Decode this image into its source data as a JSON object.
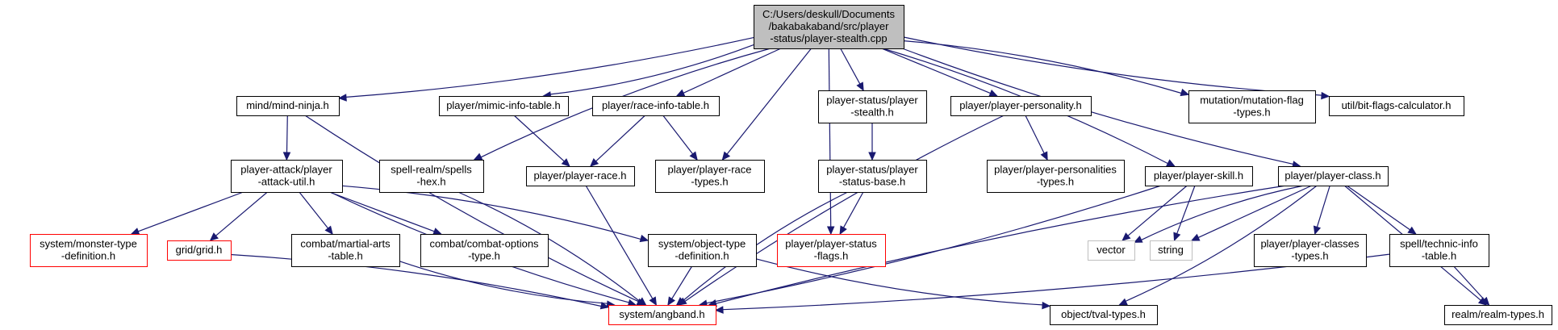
{
  "colors": {
    "edge": "#191970",
    "root_fill": "#bfbfbf",
    "node_border": "#000000",
    "missing_border": "#ff0000",
    "system_border": "#bfbfbf",
    "text": "#000000"
  },
  "nodes": [
    {
      "id": "root",
      "lines": [
        "C:/Users/deskull/Documents",
        "/bakabakaband/src/player",
        "-status/player-stealth.cpp"
      ],
      "style": "root"
    },
    {
      "id": "mind_ninja",
      "lines": [
        "mind/mind-ninja.h"
      ],
      "style": "normal"
    },
    {
      "id": "spell_hex",
      "lines": [
        "spell-realm/spells",
        "-hex.h"
      ],
      "style": "normal"
    },
    {
      "id": "mimic",
      "lines": [
        "player/mimic-info-table.h"
      ],
      "style": "normal"
    },
    {
      "id": "race_info",
      "lines": [
        "player/race-info-table.h"
      ],
      "style": "normal"
    },
    {
      "id": "ps_stealth_h",
      "lines": [
        "player-status/player",
        "-stealth.h"
      ],
      "style": "normal"
    },
    {
      "id": "personality",
      "lines": [
        "player/player-personality.h"
      ],
      "style": "normal"
    },
    {
      "id": "mutation",
      "lines": [
        "mutation/mutation-flag",
        "-types.h"
      ],
      "style": "normal"
    },
    {
      "id": "bitflags",
      "lines": [
        "util/bit-flags-calculator.h"
      ],
      "style": "normal"
    },
    {
      "id": "attack_util",
      "lines": [
        "player-attack/player",
        "-attack-util.h"
      ],
      "style": "normal"
    },
    {
      "id": "player_race",
      "lines": [
        "player/player-race.h"
      ],
      "style": "normal"
    },
    {
      "id": "race_types",
      "lines": [
        "player/player-race",
        "-types.h"
      ],
      "style": "normal"
    },
    {
      "id": "status_base",
      "lines": [
        "player-status/player",
        "-status-base.h"
      ],
      "style": "normal"
    },
    {
      "id": "personalities_types",
      "lines": [
        "player/player-personalities",
        "-types.h"
      ],
      "style": "normal"
    },
    {
      "id": "player_skill",
      "lines": [
        "player/player-skill.h"
      ],
      "style": "normal"
    },
    {
      "id": "player_class",
      "lines": [
        "player/player-class.h"
      ],
      "style": "normal"
    },
    {
      "id": "monster_type",
      "lines": [
        "system/monster-type",
        "-definition.h"
      ],
      "style": "missing"
    },
    {
      "id": "grid",
      "lines": [
        "grid/grid.h"
      ],
      "style": "missing"
    },
    {
      "id": "martial",
      "lines": [
        "combat/martial-arts",
        "-table.h"
      ],
      "style": "normal"
    },
    {
      "id": "combat_opts",
      "lines": [
        "combat/combat-options",
        "-type.h"
      ],
      "style": "normal"
    },
    {
      "id": "object_type",
      "lines": [
        "system/object-type",
        "-definition.h"
      ],
      "style": "normal"
    },
    {
      "id": "status_flags",
      "lines": [
        "player/player-status",
        "-flags.h"
      ],
      "style": "missing"
    },
    {
      "id": "vector",
      "lines": [
        "vector"
      ],
      "style": "system"
    },
    {
      "id": "string",
      "lines": [
        "string"
      ],
      "style": "system"
    },
    {
      "id": "classes_types",
      "lines": [
        "player/player-classes",
        "-types.h"
      ],
      "style": "normal"
    },
    {
      "id": "technic",
      "lines": [
        "spell/technic-info",
        "-table.h"
      ],
      "style": "normal"
    },
    {
      "id": "angband",
      "lines": [
        "system/angband.h"
      ],
      "style": "missing"
    },
    {
      "id": "tval",
      "lines": [
        "object/tval-types.h"
      ],
      "style": "normal"
    },
    {
      "id": "realm_types",
      "lines": [
        "realm/realm-types.h"
      ],
      "style": "normal"
    }
  ],
  "edges": [
    {
      "from": "root",
      "to": "mind_ninja"
    },
    {
      "from": "root",
      "to": "spell_hex"
    },
    {
      "from": "root",
      "to": "mimic"
    },
    {
      "from": "root",
      "to": "race_info"
    },
    {
      "from": "root",
      "to": "race_types"
    },
    {
      "from": "root",
      "to": "status_flags"
    },
    {
      "from": "root",
      "to": "ps_stealth_h"
    },
    {
      "from": "root",
      "to": "personality"
    },
    {
      "from": "root",
      "to": "player_skill"
    },
    {
      "from": "root",
      "to": "player_class"
    },
    {
      "from": "root",
      "to": "mutation"
    },
    {
      "from": "root",
      "to": "bitflags"
    },
    {
      "from": "mind_ninja",
      "to": "attack_util"
    },
    {
      "from": "mind_ninja",
      "to": "angband"
    },
    {
      "from": "attack_util",
      "to": "monster_type"
    },
    {
      "from": "attack_util",
      "to": "grid"
    },
    {
      "from": "attack_util",
      "to": "martial"
    },
    {
      "from": "attack_util",
      "to": "combat_opts"
    },
    {
      "from": "attack_util",
      "to": "object_type"
    },
    {
      "from": "attack_util",
      "to": "angband"
    },
    {
      "from": "spell_hex",
      "to": "angband"
    },
    {
      "from": "mimic",
      "to": "player_race"
    },
    {
      "from": "race_info",
      "to": "player_race"
    },
    {
      "from": "race_info",
      "to": "race_types"
    },
    {
      "from": "player_race",
      "to": "angband"
    },
    {
      "from": "ps_stealth_h",
      "to": "status_base"
    },
    {
      "from": "status_base",
      "to": "status_flags"
    },
    {
      "from": "status_base",
      "to": "angband"
    },
    {
      "from": "personality",
      "to": "personalities_types"
    },
    {
      "from": "personality",
      "to": "angband"
    },
    {
      "from": "player_skill",
      "to": "vector"
    },
    {
      "from": "player_skill",
      "to": "string"
    },
    {
      "from": "player_skill",
      "to": "angband"
    },
    {
      "from": "player_class",
      "to": "vector"
    },
    {
      "from": "player_class",
      "to": "string"
    },
    {
      "from": "player_class",
      "to": "classes_types"
    },
    {
      "from": "player_class",
      "to": "technic"
    },
    {
      "from": "player_class",
      "to": "angband"
    },
    {
      "from": "player_class",
      "to": "tval"
    },
    {
      "from": "player_class",
      "to": "realm_types"
    },
    {
      "from": "technic",
      "to": "angband"
    },
    {
      "from": "technic",
      "to": "realm_types"
    },
    {
      "from": "object_type",
      "to": "angband"
    },
    {
      "from": "object_type",
      "to": "tval"
    },
    {
      "from": "grid",
      "to": "angband"
    },
    {
      "from": "martial",
      "to": "angband"
    }
  ]
}
